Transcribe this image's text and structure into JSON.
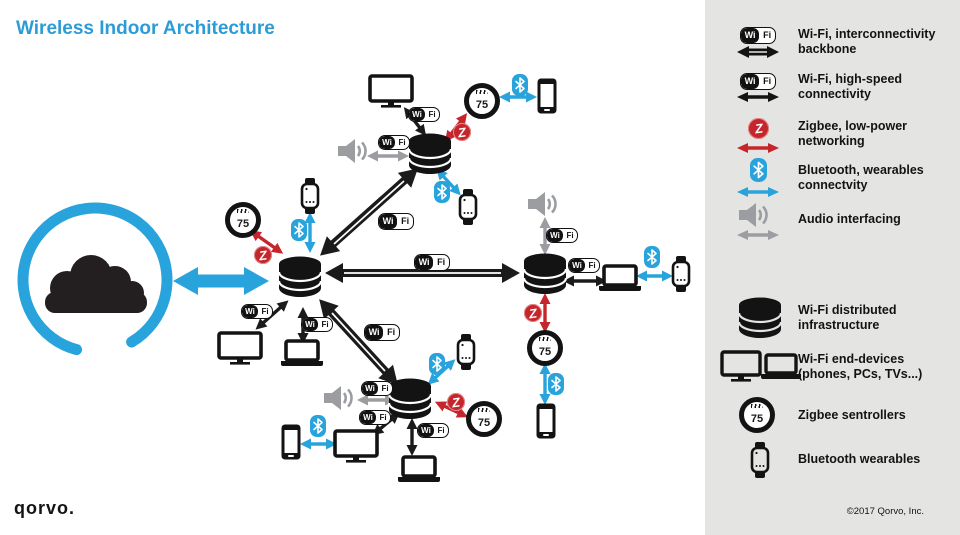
{
  "title": "Wireless Indoor Architecture",
  "labels": {
    "wifi_wi": "Wi",
    "wifi_fi": "Fi",
    "thermostat_value": "75",
    "zigbee_z": "Z"
  },
  "legend": {
    "items": [
      {
        "label": "Wi-Fi, interconnectivity backbone"
      },
      {
        "label": "Wi-Fi, high-speed connectivity"
      },
      {
        "label": "Zigbee, low-power networking"
      },
      {
        "label": "Bluetooth, wearables connectvity"
      },
      {
        "label": "Audio interfacing"
      },
      {
        "label": "Wi-Fi distributed infrastructure"
      },
      {
        "label": "Wi-Fi end-devices (phones, PCs, TVs...)"
      },
      {
        "label": "Zigbee sentrollers"
      },
      {
        "label": "Bluetooth wearables"
      }
    ]
  },
  "footer": {
    "logo": "Qorvo.",
    "copyright": "©2017 Qorvo, Inc."
  },
  "colors": {
    "accent_blue": "#2b9cd8",
    "bluetooth_blue": "#29a3dc",
    "zigbee_red": "#c5262c",
    "audio_gray": "#9b9da0",
    "legend_bg": "#e4e5e3",
    "ink": "#1b1b1b"
  }
}
